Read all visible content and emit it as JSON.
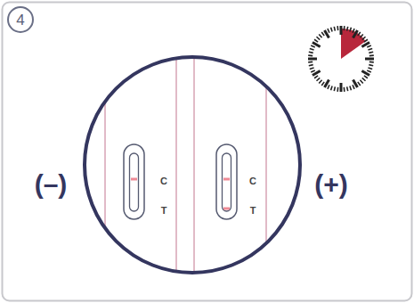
{
  "diagram": {
    "labels": [
      "4",
      "(–)",
      "C",
      "T",
      "C",
      "T",
      "(+)"
    ]
  }
}
